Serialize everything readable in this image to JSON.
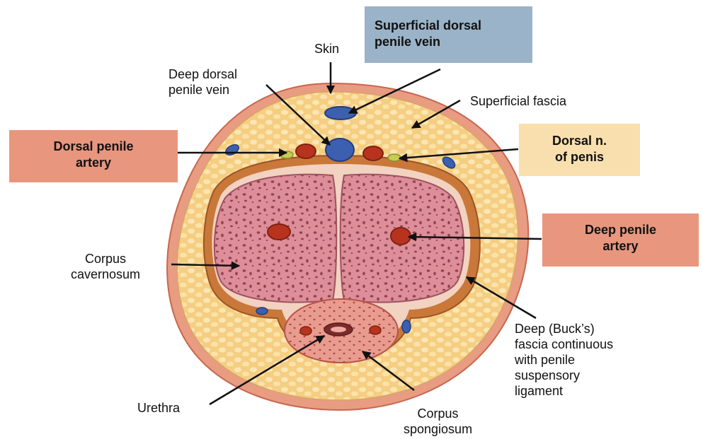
{
  "colors": {
    "salmon_box": "#E8967E",
    "blue_box": "#9BB3C8",
    "cream_box": "#F9DFAE",
    "skin": "#E89C82",
    "fat": "#F5CE82",
    "buck_fascia": "#C9783A",
    "tunica": "#F2D2C0",
    "cavernosum": "#DE8E98",
    "spongiosum": "#E89C8E",
    "artery": "#B8331E",
    "vein": "#3C5FAF",
    "nerve": "#C9CC52"
  },
  "labels": {
    "skin": "Skin",
    "superficial_fascia": "Superficial fascia",
    "deep_dorsal_vein": [
      "Deep dorsal",
      "penile vein"
    ],
    "corpus_cavernosum": [
      "Corpus",
      "cavernosum"
    ],
    "urethra": "Urethra",
    "corpus_spongiosum": [
      "Corpus",
      "spongiosum"
    ],
    "buck_fascia": [
      "Deep (Buck’s)",
      "fascia continuous",
      "with penile",
      "suspensory",
      "ligament"
    ]
  },
  "boxes": {
    "superficial_dorsal_vein": [
      "Superficial dorsal",
      "penile vein"
    ],
    "dorsal_artery": [
      "Dorsal penile",
      "artery"
    ],
    "dorsal_nerve": [
      "Dorsal n.",
      "of penis"
    ],
    "deep_artery": [
      "Deep penile",
      "artery"
    ]
  }
}
